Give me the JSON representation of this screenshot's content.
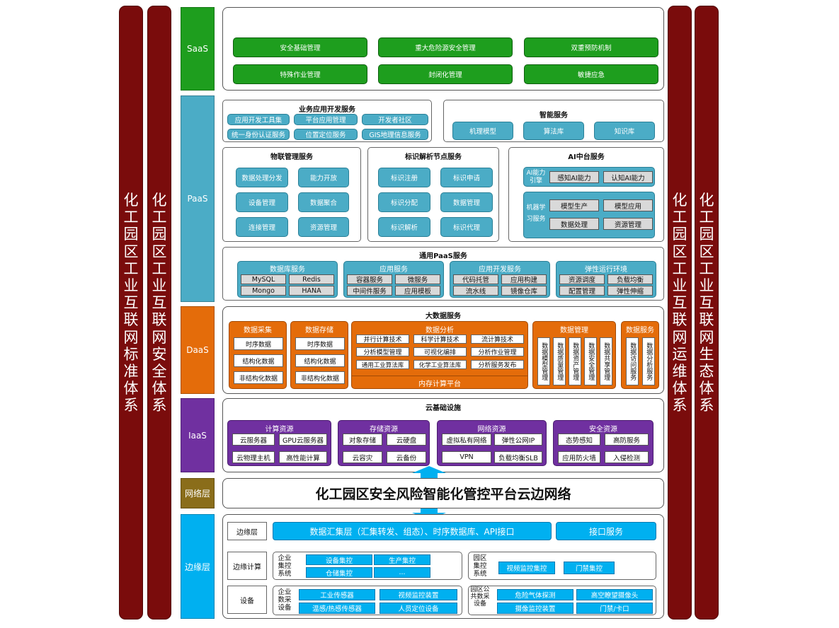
{
  "pillars": {
    "standards": "化工园区工业互联网标准体系",
    "security": "化工园区工业互联网安全体系",
    "operations": "化工园区工业互联网运维体系",
    "ecosystem": "化工园区工业互联网生态体系"
  },
  "layers": {
    "saas": "SaaS",
    "paas": "PaaS",
    "daas": "DaaS",
    "iaas": "IaaS",
    "network": "网络层",
    "edge": "边缘层"
  },
  "colors": {
    "pillar": "#7a0c0c",
    "saas": "#1e9e1e",
    "paas": "#4bacc6",
    "daas": "#e46c0a",
    "iaas": "#7030a0",
    "network": "#8a6d1a",
    "edge": "#00b0f0"
  },
  "saas": {
    "items": [
      "安全基础管理",
      "重大危险源安全管理",
      "双重预防机制",
      "特殊作业管理",
      "封闭化管理",
      "敏捷应急"
    ]
  },
  "paas": {
    "app_dev": {
      "title": "业务应用开发服务",
      "items": [
        "应用开发工具集",
        "平台应用管理",
        "开发者社区",
        "统一身份认证服务",
        "位置定位服务",
        "GIS地理信息服务"
      ]
    },
    "smart": {
      "title": "智能服务",
      "items": [
        "机理模型",
        "算法库",
        "知识库"
      ]
    },
    "iot": {
      "title": "物联管理服务",
      "items": [
        "数据处理分发",
        "能力开放",
        "设备管理",
        "数据聚合",
        "连接管理",
        "资源管理"
      ]
    },
    "identifier": {
      "title": "标识解析节点服务",
      "items": [
        "标识注册",
        "标识申请",
        "标识分配",
        "数据管理",
        "标识解析",
        "标识代理"
      ]
    },
    "ai": {
      "title": "AI中台服务",
      "engine_label": "AI能力引擎",
      "engine_items": [
        "感知AI能力",
        "认知AI能力"
      ],
      "ml_label": "机器学习服务",
      "ml_items": [
        "模型生产",
        "模型应用",
        "数据处理",
        "资源管理"
      ]
    },
    "general": {
      "title": "通用PaaS服务",
      "groups": [
        {
          "title": "数据库服务",
          "items": [
            "MySQL",
            "Redis",
            "Mongo",
            "HANA"
          ]
        },
        {
          "title": "应用服务",
          "items": [
            "容器服务",
            "微服务",
            "中间件服务",
            "应用模板"
          ]
        },
        {
          "title": "应用开发服务",
          "items": [
            "代码托管",
            "应用构建",
            "流水线",
            "镜像仓库"
          ]
        },
        {
          "title": "弹性运行环境",
          "items": [
            "资源调度",
            "负载均衡",
            "配置管理",
            "弹性伸缩"
          ]
        }
      ]
    }
  },
  "daas": {
    "title": "大数据服务",
    "collect": {
      "title": "数据采集",
      "items": [
        "时序数据",
        "结构化数据",
        "非结构化数据"
      ]
    },
    "storage": {
      "title": "数据存储",
      "items": [
        "时序数据",
        "结构化数据",
        "非结构化数据"
      ]
    },
    "analysis": {
      "title": "数据分析",
      "items": [
        "并行计算技术",
        "科学计算技术",
        "流计算技术",
        "分析模型管理",
        "可视化编排",
        "分析作业管理",
        "通用工业算法库",
        "化学工业算法库",
        "分析服务发布"
      ],
      "footer": "内存计算平台"
    },
    "management": {
      "title": "数据管理",
      "items": [
        "数据模型管理",
        "数据质量管理",
        "数据资产管理",
        "数据安全管理",
        "数据共享管理"
      ]
    },
    "service": {
      "title": "数据服务",
      "items": [
        "数据访问服务",
        "数据分析服务"
      ]
    }
  },
  "iaas": {
    "title": "云基础设施",
    "groups": [
      {
        "title": "计算资源",
        "items": [
          "云服务器",
          "GPU云服务器",
          "云物理主机",
          "高性能计算"
        ]
      },
      {
        "title": "存储资源",
        "items": [
          "对象存储",
          "云硬盘",
          "云容灾",
          "云备份"
        ]
      },
      {
        "title": "网络资源",
        "items": [
          "虚拟私有网络",
          "弹性公网IP",
          "VPN",
          "负载均衡SLB"
        ]
      },
      {
        "title": "安全资源",
        "items": [
          "态势感知",
          "高防服务",
          "应用防火墙",
          "入侵检测"
        ]
      }
    ]
  },
  "network": {
    "title": "化工园区安全风险智能化管控平台云边网络"
  },
  "edge": {
    "row1": {
      "label": "边缘层",
      "aggregation": "数据汇集层（汇集转发、组态）、时序数据库、API接口",
      "interface": "接口服务"
    },
    "row2": {
      "label": "边缘计算",
      "enterprise_label": "企业集控系统",
      "enterprise_items": [
        "设备集控",
        "生产集控",
        "仓储集控",
        "..."
      ],
      "park_label": "园区集控系统",
      "park_items": [
        "视频监控集控",
        "门禁集控"
      ]
    },
    "row3": {
      "label": "设备",
      "enterprise_label": "企业数采设备",
      "enterprise_items": [
        "工业传感器",
        "视频监控装置",
        "温感/热感传感器",
        "人员定位设备"
      ],
      "park_label": "园区公共数采设备",
      "park_items": [
        "危险气体探测",
        "高空瞭望摄像头",
        "摄像监控装置",
        "门禁/卡口"
      ]
    }
  }
}
